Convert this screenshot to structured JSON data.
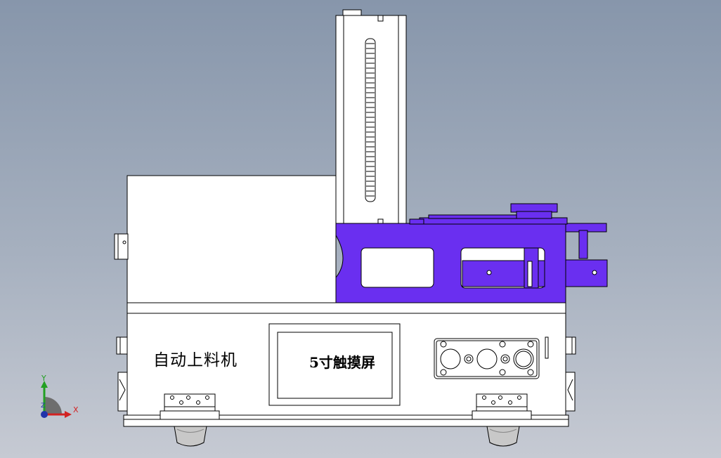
{
  "drawing": {
    "machine_label": "自动上料机",
    "screen_label": "5寸触摸屏"
  },
  "triad": {
    "x_label": "X",
    "y_label": "Y",
    "z_label": "Z"
  },
  "colors": {
    "background_top": "#8796ab",
    "background_bottom": "#c6cad3",
    "part_fill": "#ffffff",
    "edge": "#000000",
    "selected_part": "#6a2ff0",
    "foot": "#c8c8c8",
    "axis_x": "#d22222",
    "axis_y": "#22a022",
    "axis_z": "#2233aa"
  }
}
